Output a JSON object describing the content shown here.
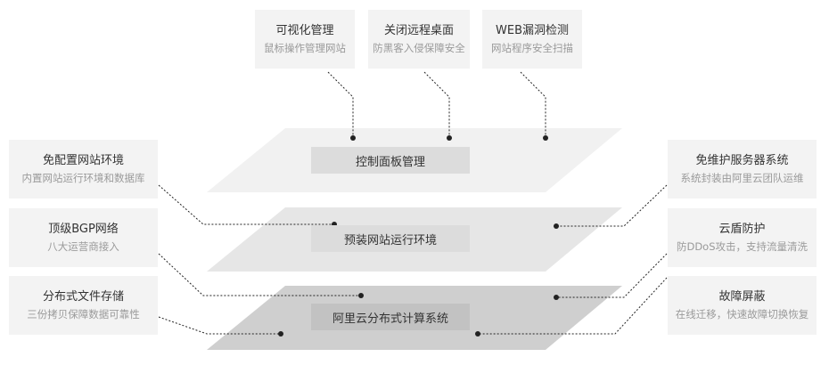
{
  "top_cards": [
    {
      "title": "可视化管理",
      "subtitle": "鼠标操作管理网站"
    },
    {
      "title": "关闭远程桌面",
      "subtitle": "防黑客入侵保障安全"
    },
    {
      "title": "WEB漏洞检测",
      "subtitle": "网站程序安全扫描"
    }
  ],
  "left_cards": [
    {
      "title": "免配置网站环境",
      "subtitle": "内置网站运行环境和数据库"
    },
    {
      "title": "顶级BGP网络",
      "subtitle": "八大运营商接入"
    },
    {
      "title": "分布式文件存储",
      "subtitle": "三份拷贝保障数据可靠性"
    }
  ],
  "right_cards": [
    {
      "title": "免维护服务器系统",
      "subtitle": "系统封装由阿里云团队运维"
    },
    {
      "title": "云盾防护",
      "subtitle": "防DDoS攻击，支持流量清洗"
    },
    {
      "title": "故障屏蔽",
      "subtitle": "在线迁移，快速故障切换恢复"
    }
  ],
  "layers": [
    {
      "label": "控制面板管理"
    },
    {
      "label": "预装网站运行环境"
    },
    {
      "label": "阿里云分布式计算系统"
    }
  ],
  "colors": {
    "card_bg": "#f3f3f3",
    "layer_top": "#f1f1f1",
    "layer_mid": "#e6e6e6",
    "layer_bottom": "#cfcfcf",
    "connector": "#222222"
  }
}
